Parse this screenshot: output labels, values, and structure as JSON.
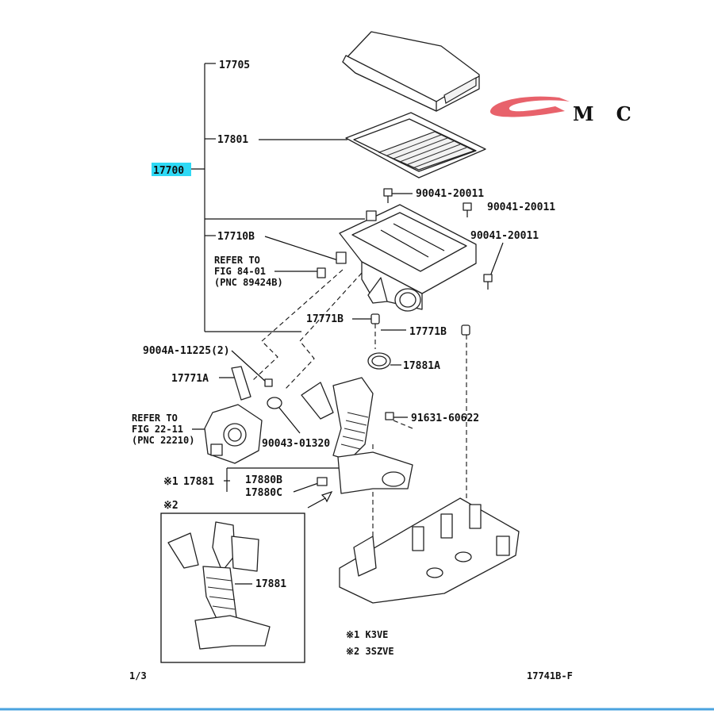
{
  "logo": {
    "text": "MC",
    "color": "#e8626b"
  },
  "group_label": {
    "text": "17700",
    "highlight": "#2fd9f5"
  },
  "labels": {
    "p17705": "17705",
    "p17801": "17801",
    "p17710B": "17710B",
    "refer1_a": "REFER TO",
    "refer1_b": "FIG 84-01",
    "refer1_c": "(PNC 89424B)",
    "p17771B_a": "17771B",
    "p17771B_b": "17771B",
    "bolt1": "90041-20011",
    "bolt2": "90041-20011",
    "bolt3": "90041-20011",
    "p9004A": "9004A-11225(2)",
    "p17771A": "17771A",
    "p17881A": "17881A",
    "refer2_a": "REFER TO",
    "refer2_b": "FIG 22-11",
    "refer2_c": "(PNC 22210)",
    "p91631": "91631-60622",
    "p90043": "90043-01320",
    "p17881": "17881",
    "p17881_mark": "※1",
    "p17880B": "17880B",
    "p17880C": "17880C",
    "inset_mark": "※2",
    "inset_17881": "17881",
    "note1": "※1  K3VE",
    "note2": "※2  3SZVE",
    "page": "1/3",
    "figure_code": "17741B-F"
  },
  "colors": {
    "line": "#111111",
    "bottom_rule": "#4aa3df"
  }
}
